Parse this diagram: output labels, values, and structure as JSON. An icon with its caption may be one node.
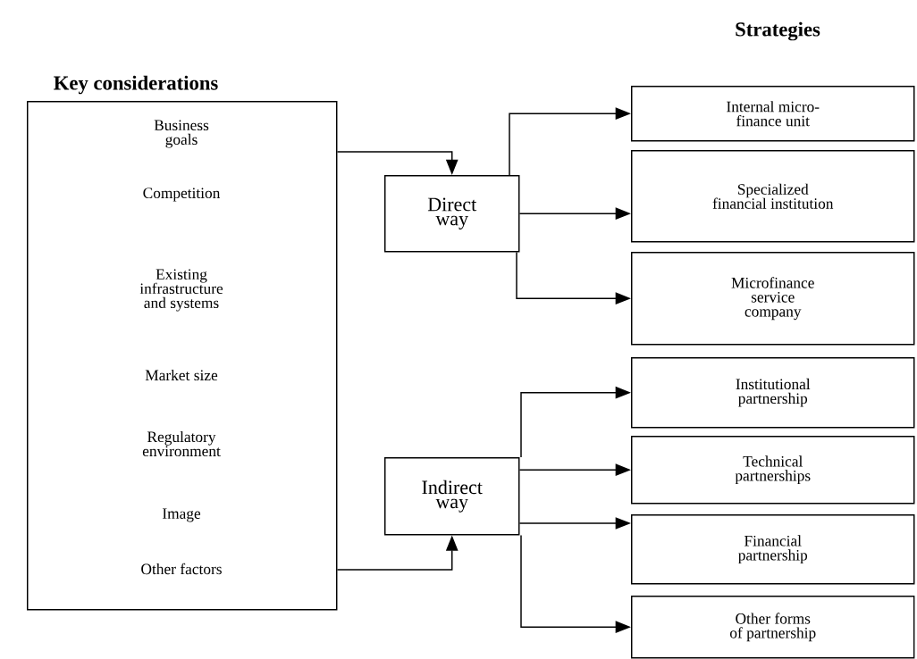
{
  "diagram": {
    "nodes": [
      {
        "text": [
          "Business goals",
          "Competition",
          "Existing infrastructure and systems",
          "Market size",
          "Regulatory environment",
          "Image",
          "Other factors"
        ]
      },
      {
        "text": [
          "Direct way"
        ]
      },
      {
        "text": [
          "Indirect way"
        ]
      },
      {
        "text": [
          "Internal micro-finance unit"
        ]
      },
      {
        "text": [
          "Specialized financial institution"
        ]
      },
      {
        "text": [
          "Microfinance service company"
        ]
      },
      {
        "text": [
          "Institutional partnership"
        ]
      },
      {
        "text": [
          "Technical partnerships"
        ]
      },
      {
        "text": [
          "Financial partnership"
        ]
      },
      {
        "text": [
          "Other forms of partnership"
        ]
      }
    ],
    "edges": [
      {
        "from": 0,
        "to": 1,
        "arrow": "to"
      },
      {
        "from": 0,
        "to": 2,
        "arrow": "to"
      },
      {
        "from": 1,
        "to": 3,
        "arrow": "to"
      },
      {
        "from": 1,
        "to": 4,
        "arrow": "to"
      },
      {
        "from": 1,
        "to": 5,
        "arrow": "to"
      },
      {
        "from": 2,
        "to": 6,
        "arrow": "to"
      },
      {
        "from": 2,
        "to": 7,
        "arrow": "to"
      },
      {
        "from": 2,
        "to": 8,
        "arrow": "to"
      },
      {
        "from": 2,
        "to": 9,
        "arrow": "to"
      }
    ],
    "labels": [
      "Strategies",
      "Key considerations"
    ]
  }
}
